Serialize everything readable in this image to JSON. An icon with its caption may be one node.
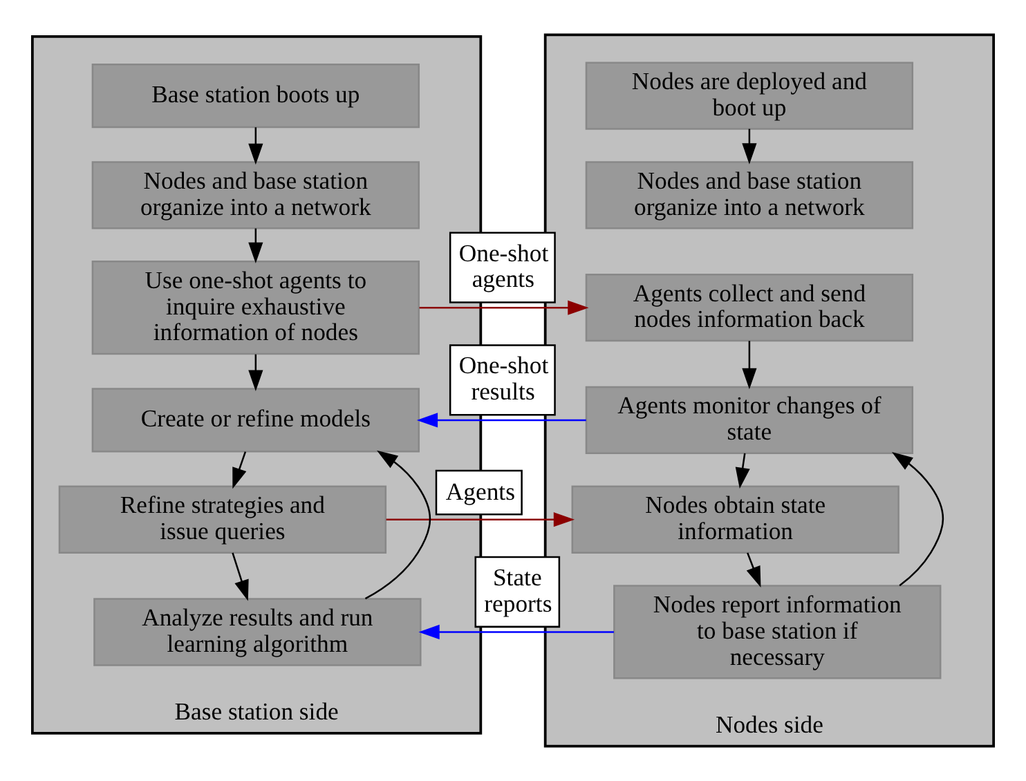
{
  "diagram": {
    "nodes": [
      {
        "text": [
          "Base station side"
        ]
      },
      {
        "text": [
          "Base station boots up"
        ],
        "in": 0
      },
      {
        "text": [
          "Nodes and base station organize into a network"
        ],
        "in": 0
      },
      {
        "text": [
          "Use one-shot agents to inquire exhaustive information of nodes"
        ],
        "in": 0
      },
      {
        "text": [
          "Create or refine models"
        ],
        "in": 0
      },
      {
        "text": [
          "Refine strategies and issue queries"
        ],
        "in": 0
      },
      {
        "text": [
          "Analyze results and run learning algorithm"
        ],
        "in": 0
      },
      {
        "text": [
          "Nodes side"
        ]
      },
      {
        "text": [
          "Nodes are deployed and boot up"
        ],
        "in": 7
      },
      {
        "text": [
          "Nodes and base station organize into a network"
        ],
        "in": 7
      },
      {
        "text": [
          "Agents collect and send nodes information back"
        ],
        "in": 7
      },
      {
        "text": [
          "Agents monitor changes of state"
        ],
        "in": 7
      },
      {
        "text": [
          "Nodes obtain state information"
        ],
        "in": 7
      },
      {
        "text": [
          "Nodes report information to base station if necessary"
        ],
        "in": 7
      }
    ],
    "edges": [
      {
        "from": 1,
        "to": 2,
        "arrow": "to"
      },
      {
        "from": 2,
        "to": 3,
        "arrow": "to"
      },
      {
        "from": 3,
        "to": 4,
        "arrow": "to"
      },
      {
        "from": 4,
        "to": 5,
        "arrow": "to"
      },
      {
        "from": 5,
        "to": 6,
        "arrow": "to"
      },
      {
        "from": 6,
        "to": 4,
        "arrow": "to"
      },
      {
        "from": 8,
        "to": 9,
        "arrow": "to"
      },
      {
        "from": 10,
        "to": 11,
        "arrow": "to"
      },
      {
        "from": 11,
        "to": 12,
        "arrow": "to"
      },
      {
        "from": 12,
        "to": 13,
        "arrow": "to"
      },
      {
        "from": 13,
        "to": 11,
        "arrow": "to"
      },
      {
        "from": 3,
        "to": 10,
        "arrow": "to",
        "label": "One-shot agents",
        "color": "#8b0000"
      },
      {
        "from": 11,
        "to": 4,
        "arrow": "to",
        "label": "One-shot results",
        "color": "#0000ff"
      },
      {
        "from": 5,
        "to": 12,
        "arrow": "to",
        "label": "Agents",
        "color": "#8b0000"
      },
      {
        "from": 13,
        "to": 6,
        "arrow": "to",
        "label": "State reports",
        "color": "#0000ff"
      }
    ]
  }
}
